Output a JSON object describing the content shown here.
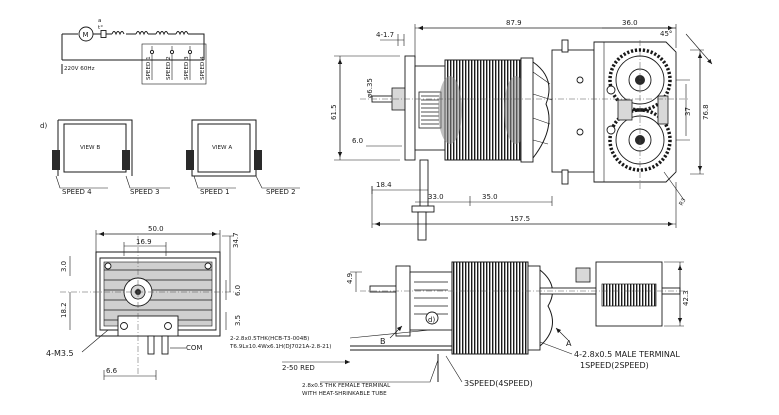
{
  "schematic": {
    "supply": "220V 60Hz",
    "motor": "M",
    "fuse": "t°",
    "switch_a": "a",
    "speeds": [
      "SPEED 1",
      "SPEED 2",
      "SPEED 3",
      "SPEED 4"
    ]
  },
  "views": {
    "marker": "d)",
    "view_b": "VIEW B",
    "view_a": "VIEW A",
    "speed_4": "SPEED 4",
    "speed_3": "SPEED 3",
    "speed_1": "SPEED 1",
    "speed_2": "SPEED 2"
  },
  "side": {
    "d_4_1_7": "4-1.7",
    "d_87_9": "87.9",
    "d_36_0": "36.0",
    "d_45deg": "45°",
    "d_6_35": "ø6.35",
    "d_61_5": "61.5",
    "d_6_0": "6.0",
    "d_76_8": "76.8",
    "d_37": "37",
    "d_18_4": "18.4",
    "d_33_0": "33.0",
    "d_35_0": "35.0",
    "d_157_5": "157.5",
    "d_r3": "R3"
  },
  "front": {
    "d_50_0": "50.0",
    "d_16_9": "16.9",
    "d_34_7": "34.7",
    "d_3_0": "3.0",
    "d_6_0": "6.0",
    "d_18_2": "18.2",
    "d_3_5": "3.5",
    "m3_5": "4-M3.5",
    "com": "COM",
    "d_6_6": "6.6"
  },
  "bottom": {
    "d_4_9": "4.9",
    "d_42_3": "42.3",
    "b": "B",
    "a": "A",
    "d_label": "d)",
    "spec1": "2-2.8x0.5THK(HCB-T3-004B)",
    "spec2": "T6.9Lx10.4Wx6.1H(DJ7021A-2.8-21)",
    "red": "2-50 RED",
    "female1": "2.8x0.5 THK FEMALE TERMINAL",
    "female2": "WITH HEAT-SHRINKABLE TUBE",
    "male": "4-2.8x0.5 MALE TERMINAL",
    "speed12": "1SPEED(2SPEED)",
    "speed34": "3SPEED(4SPEED)"
  }
}
